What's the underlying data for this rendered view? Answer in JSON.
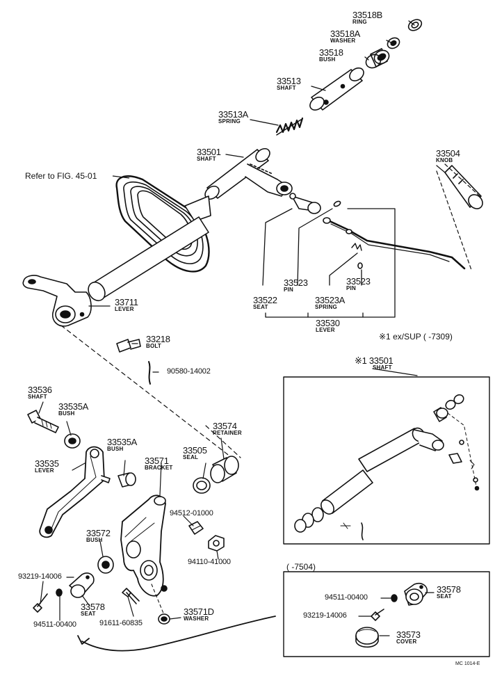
{
  "figure": {
    "reference": "Refer to FIG. 45-01",
    "code": "MC 1014-E"
  },
  "inset_headers": {
    "ex_sup": "※1 ex/SUP (        -7309)",
    "shaft_variant": "※1 33501",
    "shaft_variant_name": "SHAFT",
    "range_7504": "(        -7504)"
  },
  "parts": {
    "p33518B": {
      "number": "33518B",
      "name": "RING"
    },
    "p33518A": {
      "number": "33518A",
      "name": "WASHER"
    },
    "p33518": {
      "number": "33518",
      "name": "BUSH"
    },
    "p33513": {
      "number": "33513",
      "name": "SHAFT"
    },
    "p33513A": {
      "number": "33513A",
      "name": "SPRING"
    },
    "p33501": {
      "number": "33501",
      "name": "SHAFT"
    },
    "p33504": {
      "number": "33504",
      "name": "KNOB"
    },
    "p33711": {
      "number": "33711",
      "name": "LEVER"
    },
    "p33523a": {
      "number": "33523",
      "name": "PIN"
    },
    "p33523b": {
      "number": "33523",
      "name": "PIN"
    },
    "p33522": {
      "number": "33522",
      "name": "SEAT"
    },
    "p33523A": {
      "number": "33523A",
      "name": "SPRING"
    },
    "p33530": {
      "number": "33530",
      "name": "LEVER"
    },
    "p33218": {
      "number": "33218",
      "name": "BOLT"
    },
    "p33536": {
      "number": "33536",
      "name": "SHAFT"
    },
    "p33535A1": {
      "number": "33535A",
      "name": "BUSH"
    },
    "p33535A2": {
      "number": "33535A",
      "name": "BUSH"
    },
    "p33535": {
      "number": "33535",
      "name": "LEVER"
    },
    "p33574": {
      "number": "33574",
      "name": "RETAINER"
    },
    "p33505": {
      "number": "33505",
      "name": "SEAL"
    },
    "p33571": {
      "number": "33571",
      "name": "BRACKET"
    },
    "p33572": {
      "number": "33572",
      "name": "BUSH"
    },
    "p33578a": {
      "number": "33578",
      "name": "SEAT"
    },
    "p33571D": {
      "number": "33571D",
      "name": "WASHER"
    },
    "p33578b": {
      "number": "33578",
      "name": "SEAT"
    },
    "p33573": {
      "number": "33573",
      "name": "COVER"
    }
  },
  "part_numbers": {
    "n90580": "90580-14002",
    "n94512": "94512-01000",
    "n94110": "94110-41000",
    "n93219a": "93219-14006",
    "n94511a": "94511-00400",
    "n91611": "91611-60835",
    "n94511b": "94511-00400",
    "n93219b": "93219-14006"
  }
}
